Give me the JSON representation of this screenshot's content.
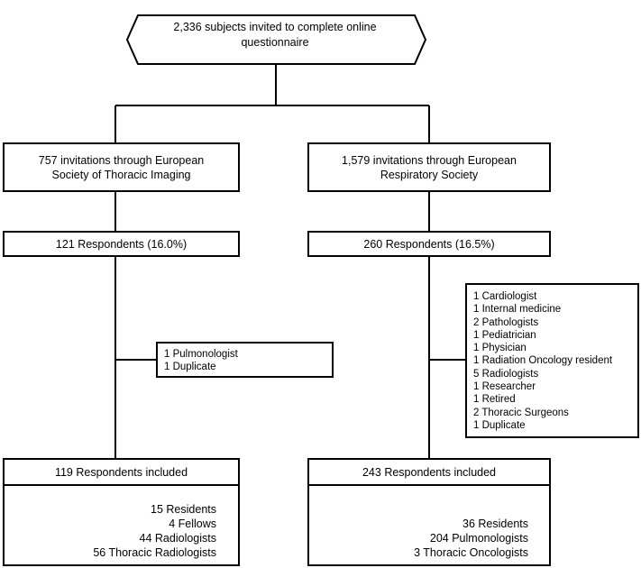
{
  "top": {
    "line1": "2,336 subjects invited to complete online",
    "line2": "questionnaire"
  },
  "left_branch": {
    "invite_line1": "757 invitations through European",
    "invite_line2": "Society of Thoracic Imaging",
    "respondents": "121 Respondents (16.0%)",
    "excluded": [
      "1 Pulmonologist",
      "1 Duplicate"
    ],
    "included_header": "119 Respondents included",
    "included_breakdown": [
      "15 Residents",
      "4 Fellows",
      "44 Radiologists",
      "56 Thoracic Radiologists"
    ]
  },
  "right_branch": {
    "invite_line1": "1,579 invitations through European",
    "invite_line2": "Respiratory Society",
    "respondents": "260 Respondents (16.5%)",
    "excluded": [
      "1 Cardiologist",
      "1 Internal medicine",
      "2 Pathologists",
      "1 Pediatrician",
      "1 Physician",
      "1 Radiation Oncology resident",
      "5 Radiologists",
      "1 Researcher",
      "1 Retired",
      "2 Thoracic Surgeons",
      "1 Duplicate"
    ],
    "included_header": "243 Respondents included",
    "included_breakdown": [
      "36 Residents",
      "204 Pulmonologists",
      "3 Thoracic Oncologists"
    ]
  }
}
